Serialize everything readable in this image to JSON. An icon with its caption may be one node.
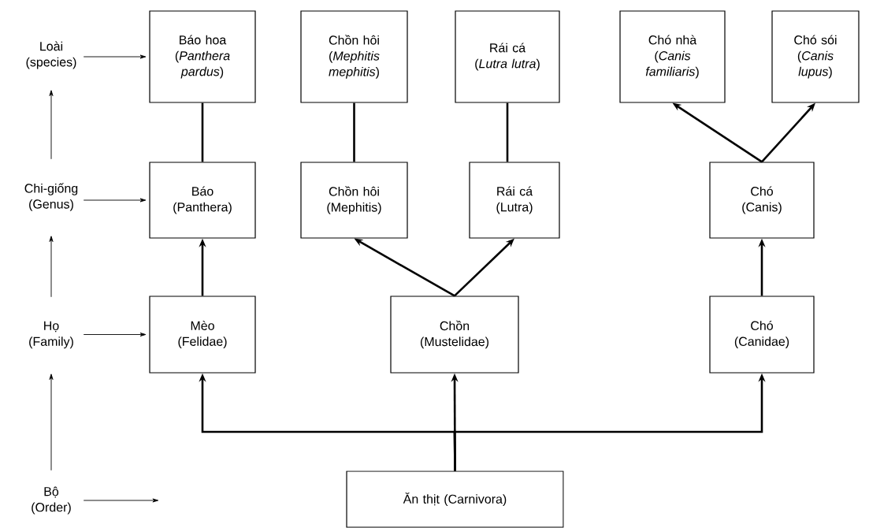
{
  "diagram": {
    "nodes": [
      {
        "text": [
          "Loài (species)"
        ]
      },
      {
        "text": [
          "Báo hoa (*Panthera pardus*)"
        ]
      },
      {
        "text": [
          "Chồn hôi (*Mephitis mephitis*)"
        ]
      },
      {
        "text": [
          "Rái cá (*Lutra lutra*)"
        ]
      },
      {
        "text": [
          "Chó nhà (*Canis familiaris*)"
        ]
      },
      {
        "text": [
          "Chó sói (*Canis lupus*)"
        ]
      },
      {
        "text": [
          "Chi-giống (Genus)"
        ]
      },
      {
        "text": [
          "Báo (Panthera)"
        ]
      },
      {
        "text": [
          "Chồn hôi (Mephitis)"
        ]
      },
      {
        "text": [
          "Rái cá (Lutra)"
        ]
      },
      {
        "text": [
          "Chó (Canis)"
        ]
      },
      {
        "text": [
          "Họ (Family)"
        ]
      },
      {
        "text": [
          "Mèo (Felidae)"
        ]
      },
      {
        "text": [
          "Chồn (Mustelidae)"
        ]
      },
      {
        "text": [
          "Chó (Canidae)"
        ]
      },
      {
        "text": [
          "Bộ (Order)"
        ]
      },
      {
        "text": [
          "Ăn thịt (Carnivora)"
        ]
      }
    ],
    "edges": [
      {
        "from": 0,
        "to": 1,
        "arrow": "to"
      },
      {
        "from": 6,
        "to": 0,
        "arrow": "to"
      },
      {
        "from": 6,
        "to": 7,
        "arrow": "to"
      },
      {
        "from": 11,
        "to": 6,
        "arrow": "to"
      },
      {
        "from": 11,
        "to": 12,
        "arrow": "to"
      },
      {
        "from": 15,
        "to": 11,
        "arrow": "to"
      },
      {
        "from": 15,
        "to": null,
        "arrow": "to"
      },
      {
        "from": 7,
        "to": 1,
        "arrow": "none"
      },
      {
        "from": 8,
        "to": 2,
        "arrow": "none"
      },
      {
        "from": 9,
        "to": 3,
        "arrow": "none"
      },
      {
        "from": 10,
        "to": 4,
        "arrow": "to"
      },
      {
        "from": 10,
        "to": 5,
        "arrow": "to"
      },
      {
        "from": 12,
        "to": 7,
        "arrow": "to"
      },
      {
        "from": 13,
        "to": 8,
        "arrow": "to"
      },
      {
        "from": 13,
        "to": 9,
        "arrow": "to"
      },
      {
        "from": 14,
        "to": 10,
        "arrow": "to"
      },
      {
        "from": 16,
        "to": 12,
        "arrow": "to"
      },
      {
        "from": 16,
        "to": 13,
        "arrow": "to"
      },
      {
        "from": 16,
        "to": 14,
        "arrow": "to"
      }
    ]
  }
}
